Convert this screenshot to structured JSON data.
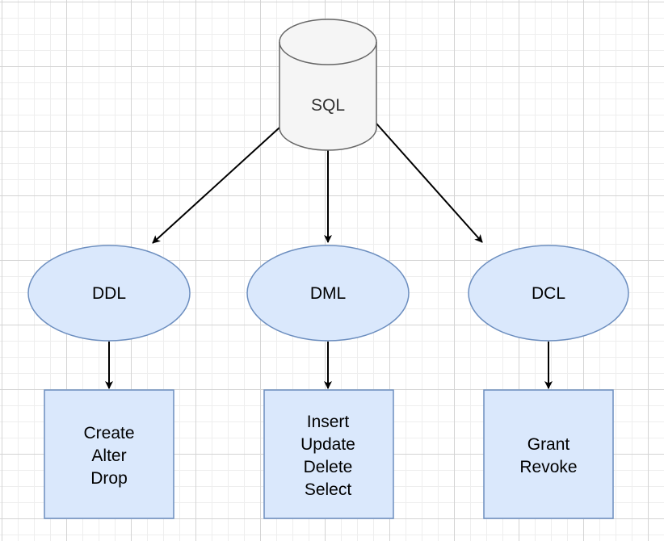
{
  "diagram": {
    "database": {
      "label": "SQL",
      "fill": "#f5f5f5",
      "stroke": "#666666"
    },
    "categories": [
      {
        "label": "DDL",
        "commands": [
          "Create",
          "Alter",
          "Drop"
        ]
      },
      {
        "label": "DML",
        "commands": [
          "Insert",
          "Update",
          "Delete",
          "Select"
        ]
      },
      {
        "label": "DCL",
        "commands": [
          "Grant",
          "Revoke"
        ]
      }
    ],
    "node_fill": "#dae8fc",
    "node_stroke": "#6c8ebf",
    "edge_color": "#000000"
  }
}
